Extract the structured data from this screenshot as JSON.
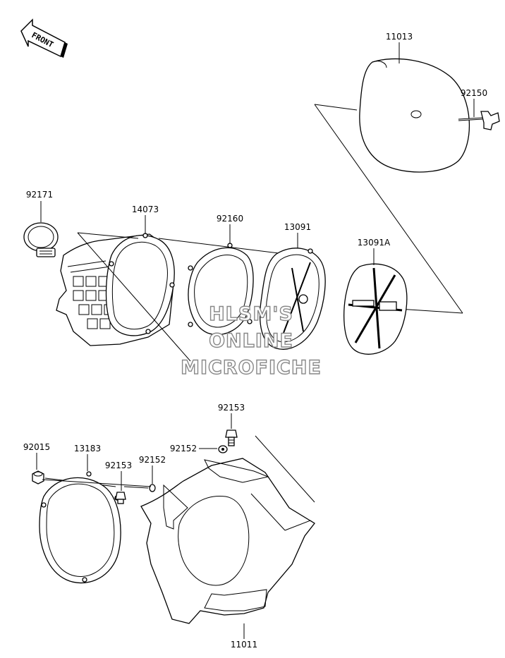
{
  "front_indicator": {
    "text": "FRONT"
  },
  "watermark": {
    "line1": "HLSM'S",
    "line2": "ONLINE",
    "line3": "MICROFICHE"
  },
  "parts": [
    {
      "id": "11013",
      "label": "11013"
    },
    {
      "id": "92150",
      "label": "92150"
    },
    {
      "id": "92171",
      "label": "92171"
    },
    {
      "id": "14073",
      "label": "14073"
    },
    {
      "id": "92160",
      "label": "92160"
    },
    {
      "id": "13091",
      "label": "13091"
    },
    {
      "id": "13091A",
      "label": "13091A"
    },
    {
      "id": "92153a",
      "label": "92153"
    },
    {
      "id": "92152a",
      "label": "92152"
    },
    {
      "id": "92015",
      "label": "92015"
    },
    {
      "id": "13183",
      "label": "13183"
    },
    {
      "id": "92153b",
      "label": "92153"
    },
    {
      "id": "92152b",
      "label": "92152"
    },
    {
      "id": "11011",
      "label": "11011"
    }
  ],
  "colors": {
    "line": "#000000",
    "watermark_outline": "#888888",
    "background": "#ffffff"
  }
}
